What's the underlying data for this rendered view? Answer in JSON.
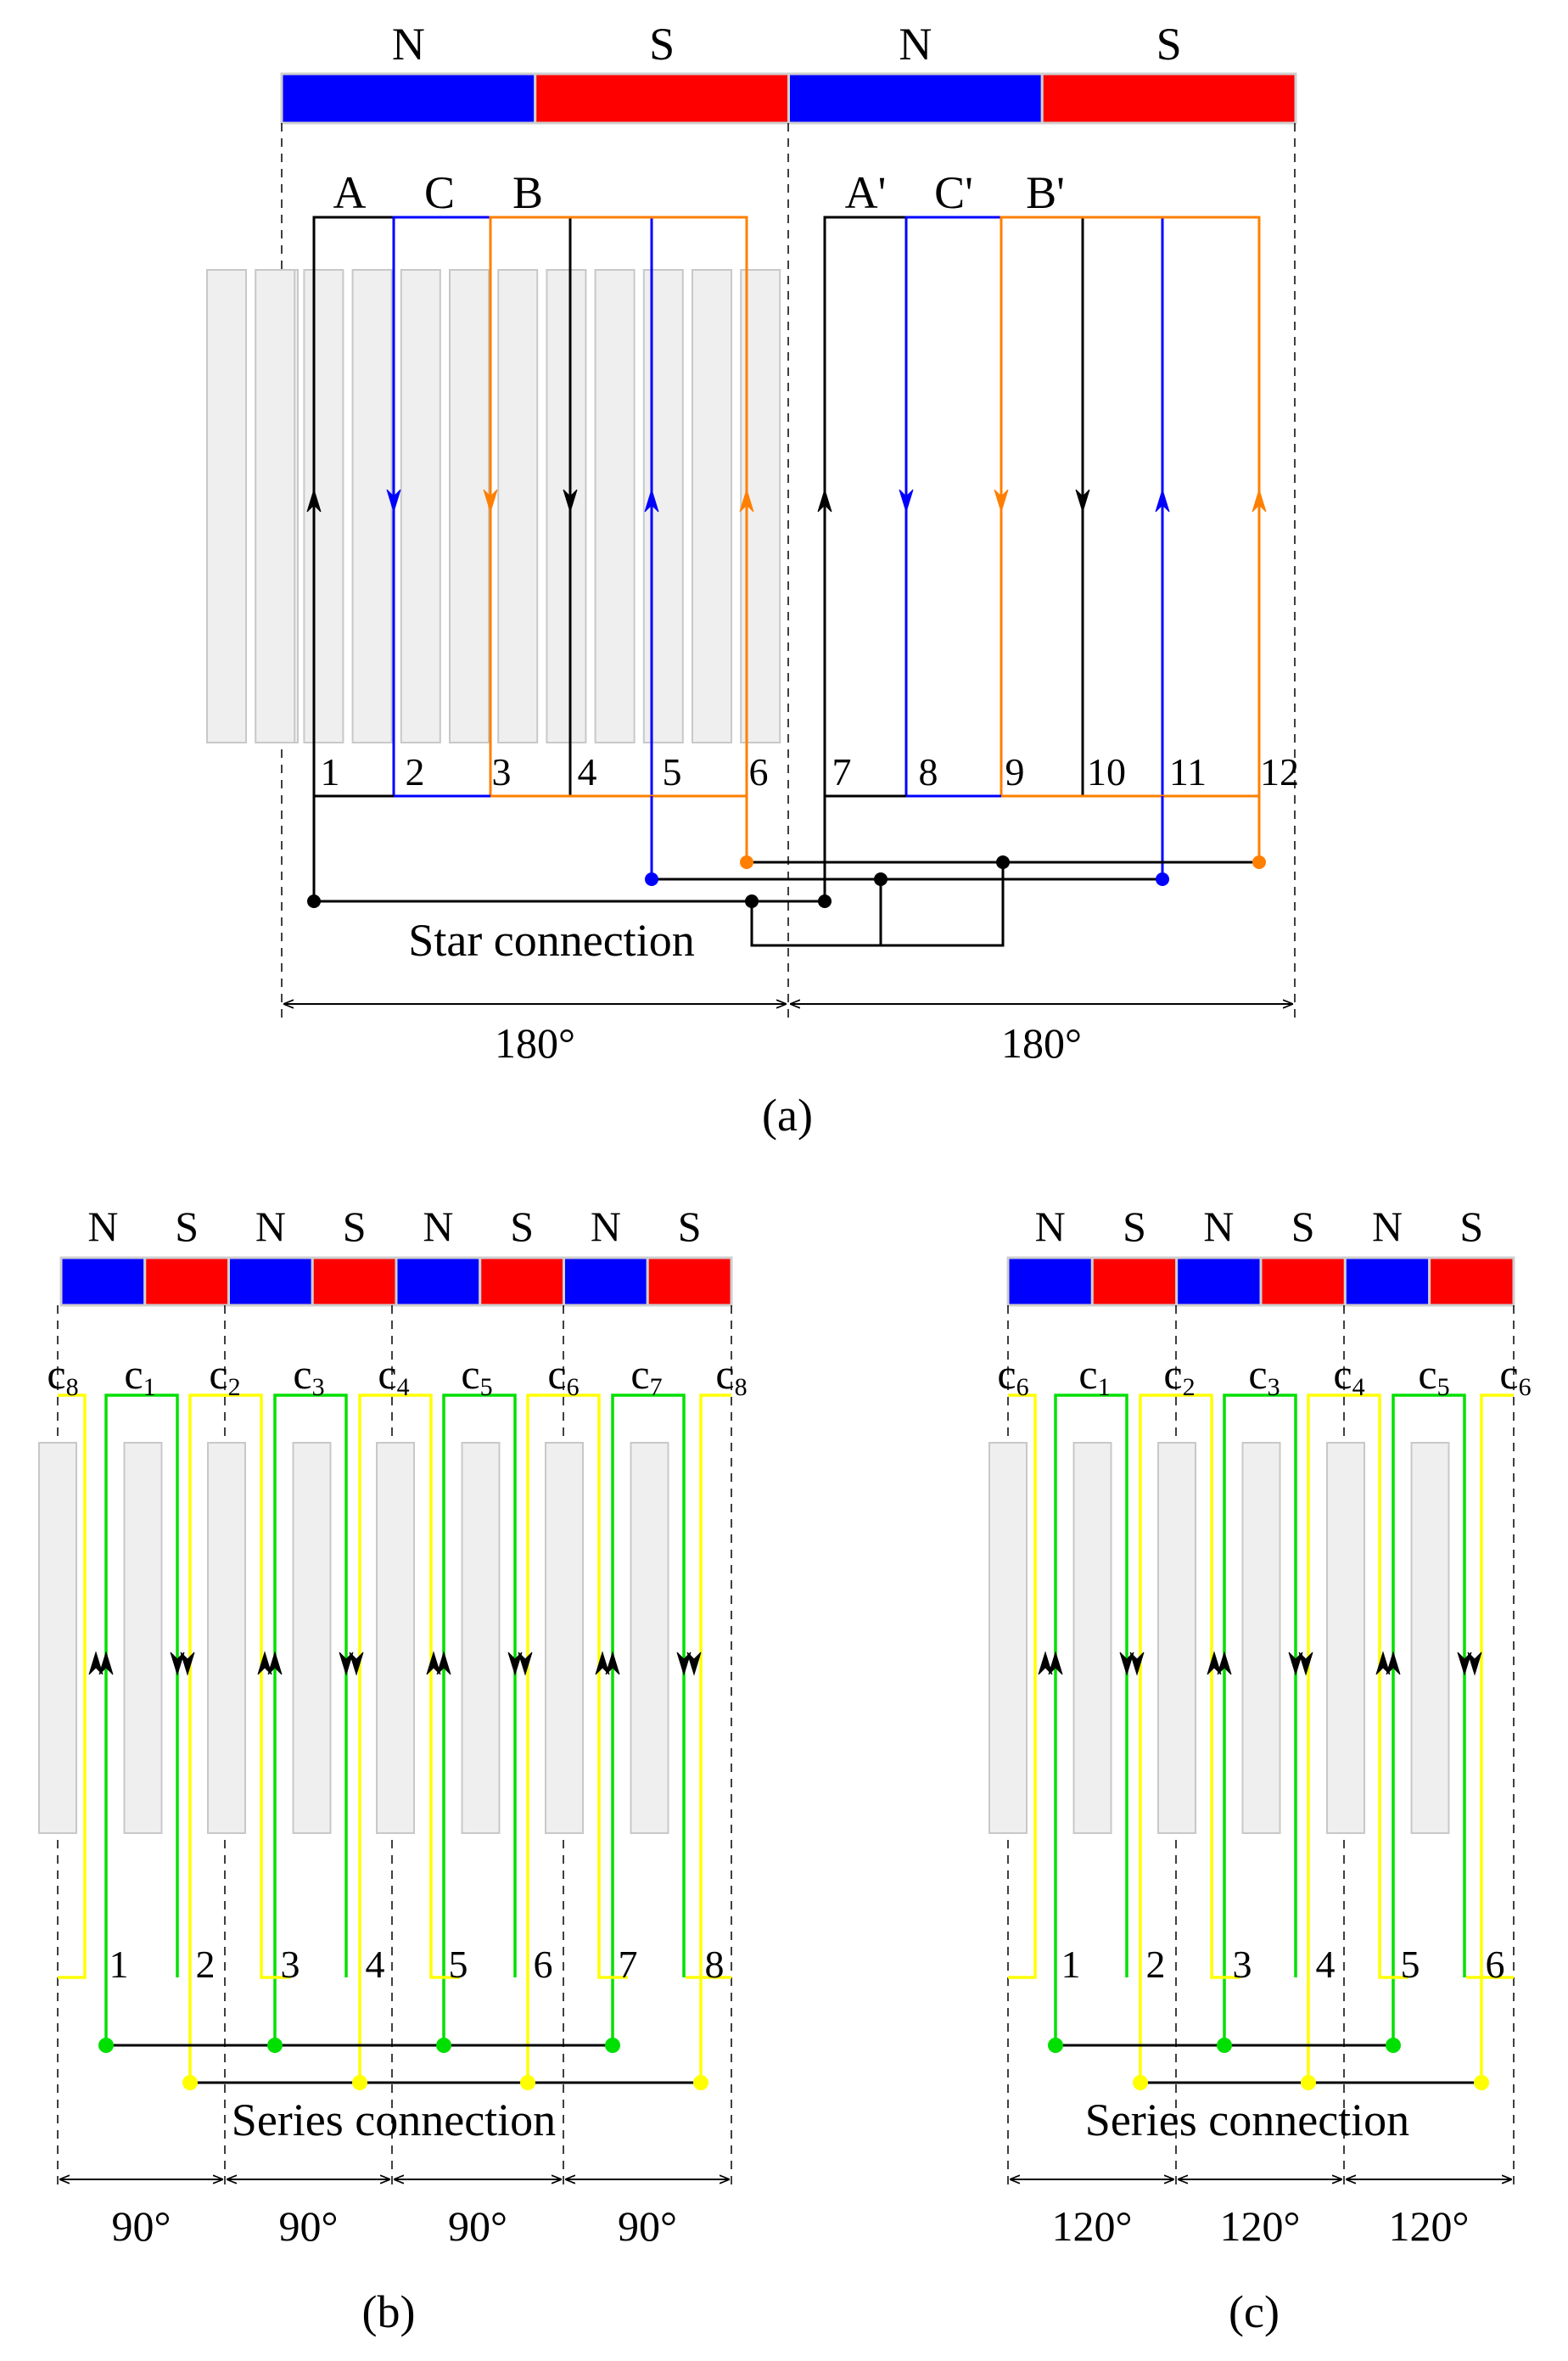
{
  "colors": {
    "north": "#0000FF",
    "south": "#FF0000",
    "phase_a": "#000000",
    "phase_b": "#FF7F00",
    "phase_c": "#0000FF",
    "coil_odd": "#00E000",
    "coil_even": "#FFFF00",
    "tooth_fill": "#EFEFEF",
    "tooth_stroke": "#C8C8C8"
  },
  "icons": {
    "current_direction": "arrowhead",
    "junction": "dot"
  },
  "panel_a": {
    "caption": "(a)",
    "poles": [
      "N",
      "S",
      "N",
      "S"
    ],
    "phase_labels": [
      "A",
      "C",
      "B",
      "A'",
      "C'",
      "B'"
    ],
    "slot_numbers": [
      "1",
      "2",
      "3",
      "4",
      "5",
      "6",
      "7",
      "8",
      "9",
      "10",
      "11",
      "12"
    ],
    "connection_label": "Star connection",
    "span_labels": [
      "180°",
      "180°"
    ]
  },
  "panel_b": {
    "caption": "(b)",
    "poles": [
      "N",
      "S",
      "N",
      "S",
      "N",
      "S",
      "N",
      "S"
    ],
    "coil_labels": [
      {
        "c": "c",
        "sub": "8"
      },
      {
        "c": "c",
        "sub": "1"
      },
      {
        "c": "c",
        "sub": "2"
      },
      {
        "c": "c",
        "sub": "3"
      },
      {
        "c": "c",
        "sub": "4"
      },
      {
        "c": "c",
        "sub": "5"
      },
      {
        "c": "c",
        "sub": "6"
      },
      {
        "c": "c",
        "sub": "7"
      },
      {
        "c": "c",
        "sub": "8"
      }
    ],
    "slot_numbers": [
      "1",
      "2",
      "3",
      "4",
      "5",
      "6",
      "7",
      "8"
    ],
    "connection_label": "Series connection",
    "span_labels": [
      "90°",
      "90°",
      "90°",
      "90°"
    ]
  },
  "panel_c": {
    "caption": "(c)",
    "poles": [
      "N",
      "S",
      "N",
      "S",
      "N",
      "S"
    ],
    "coil_labels": [
      {
        "c": "c",
        "sub": "6"
      },
      {
        "c": "c",
        "sub": "1"
      },
      {
        "c": "c",
        "sub": "2"
      },
      {
        "c": "c",
        "sub": "3"
      },
      {
        "c": "c",
        "sub": "4"
      },
      {
        "c": "c",
        "sub": "5"
      },
      {
        "c": "c",
        "sub": "6"
      }
    ],
    "slot_numbers": [
      "1",
      "2",
      "3",
      "4",
      "5",
      "6"
    ],
    "connection_label": "Series connection",
    "span_labels": [
      "120°",
      "120°",
      "120°"
    ]
  }
}
